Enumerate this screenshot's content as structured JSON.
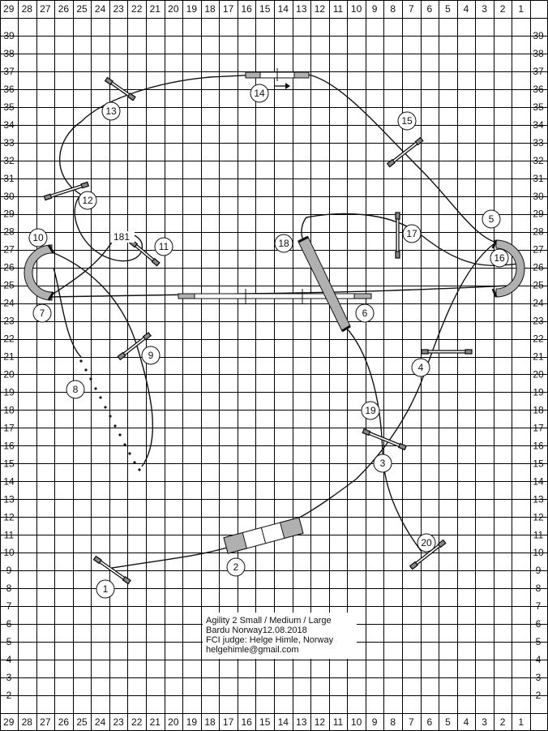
{
  "grid": {
    "top_columns": [
      "29",
      "28",
      "27",
      "26",
      "25",
      "24",
      "23",
      "22",
      "21",
      "20",
      "19",
      "18",
      "17",
      "16",
      "15",
      "14",
      "13",
      "12",
      "11",
      "10",
      "9",
      "8",
      "7",
      "6",
      "5",
      "4",
      "3",
      "2",
      "1"
    ],
    "bottom_columns": [
      "29",
      "28",
      "27",
      "26",
      "25",
      "24",
      "23",
      "22",
      "21",
      "20",
      "19",
      "18",
      "17",
      "16",
      "15",
      "14",
      "13",
      "12",
      "11",
      "10",
      "9",
      "8",
      "7",
      "6",
      "5",
      "4",
      "3",
      "2",
      "1"
    ],
    "rows": [
      "39",
      "38",
      "37",
      "36",
      "35",
      "34",
      "33",
      "32",
      "31",
      "30",
      "29",
      "28",
      "27",
      "26",
      "25",
      "24",
      "23",
      "22",
      "21",
      "20",
      "19",
      "18",
      "17",
      "16",
      "15",
      "14",
      "13",
      "12",
      "11",
      "10",
      "9",
      "8",
      "7",
      "6",
      "5",
      "4",
      "3",
      "2"
    ]
  },
  "numbers": {
    "n1": "1",
    "n2": "2",
    "n3": "3",
    "n4": "4",
    "n5": "5",
    "n6": "6",
    "n7": "7",
    "n8": "8",
    "n9": "9",
    "n10": "10",
    "n11": "11",
    "n12": "12",
    "n13": "13",
    "n14": "14",
    "n15": "15",
    "n16": "16",
    "n17": "17",
    "n18": "18",
    "n19": "19",
    "n20": "20"
  },
  "marker_181": "181",
  "info": {
    "line1": "Agility 2 Small / Medium / Large",
    "line2": "Bardu  Norway12.08.2018",
    "line3": "FCI judge: Helge Himle, Norway",
    "line4": "helgehimle@gmail.com"
  },
  "colors": {
    "grid": "#000000",
    "equipment_fill": "#b0b0b0",
    "path": "#111111"
  }
}
